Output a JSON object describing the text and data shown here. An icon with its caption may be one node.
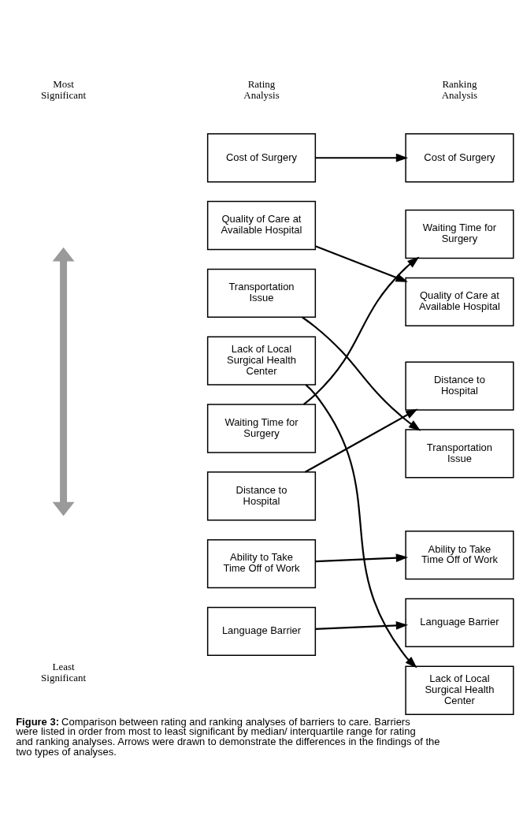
{
  "diagram": {
    "caption": "**Figure 3:** Comparison between rating and ranking analyses of barriers to care. Barriers were listed in order from most to least significant by median/ interquartile range for rating and ranking analyses. Arrows were drawn to demonstrate the differences in the findings of the two types of analyses.",
    "nodes": [
      {
        "text": [
          "Cost of Surgery"
        ]
      },
      {
        "text": [
          "Quality of Care at Available Hospital"
        ]
      },
      {
        "text": [
          "Transportation Issue"
        ]
      },
      {
        "text": [
          "Lack of Local Surgical Health Center"
        ]
      },
      {
        "text": [
          "Waiting Time for Surgery"
        ]
      },
      {
        "text": [
          "Distance to Hospital"
        ]
      },
      {
        "text": [
          "Ability to Take Time Off of Work"
        ]
      },
      {
        "text": [
          "Language Barrier"
        ]
      },
      {
        "text": [
          "Cost of Surgery"
        ]
      },
      {
        "text": [
          "Waiting Time for Surgery"
        ]
      },
      {
        "text": [
          "Quality of Care at Available Hospital"
        ]
      },
      {
        "text": [
          "Distance to Hospital"
        ]
      },
      {
        "text": [
          "Transportation Issue"
        ]
      },
      {
        "text": [
          "Ability to Take Time Off of Work"
        ]
      },
      {
        "text": [
          "Language Barrier"
        ]
      },
      {
        "text": [
          "Lack of Local Surgical Health Center"
        ]
      }
    ],
    "edges": [
      {
        "from": 0,
        "to": 8,
        "arrow": "to"
      },
      {
        "from": 1,
        "to": 10,
        "arrow": "to"
      },
      {
        "from": 2,
        "to": 12,
        "arrow": "to"
      },
      {
        "from": 3,
        "to": 15,
        "arrow": "to"
      },
      {
        "from": 4,
        "to": 9,
        "arrow": "to"
      },
      {
        "from": 5,
        "to": 11,
        "arrow": "to"
      },
      {
        "from": 6,
        "to": 13,
        "arrow": "to"
      },
      {
        "from": 7,
        "to": 14,
        "arrow": "to"
      }
    ],
    "labels": [
      "Rating Analysis",
      "Ranking Analysis",
      "Most Significant",
      "Least Significant"
    ]
  }
}
